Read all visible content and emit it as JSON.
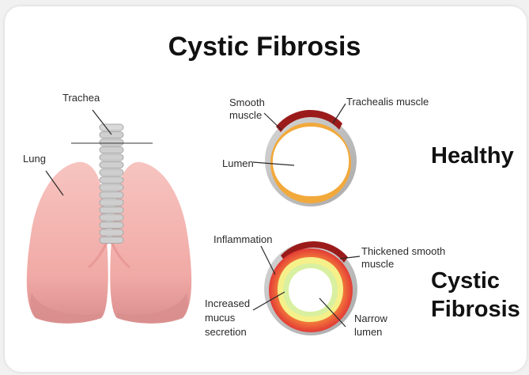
{
  "title": "Cystic Fibrosis",
  "lungs": {
    "trachea_label": "Trachea",
    "lung_label": "Lung"
  },
  "healthy": {
    "heading": "Healthy",
    "smooth_muscle_label": "Smooth\nmuscle",
    "trachealis_label": "Trachealis muscle",
    "lumen_label": "Lumen"
  },
  "cystic": {
    "heading": "Cystic\nFibrosis",
    "inflammation_label": "Inflammation",
    "thickened_label": "Thickened smooth\nmuscle",
    "mucus_label": "Increased\nmucus\nsecretion",
    "narrow_lumen_label": "Narrow\nlumen"
  },
  "colors": {
    "lung_pink": "#f4b8b4",
    "lung_shadow": "#d98e8e",
    "trachea_gray": "#c9c9c9",
    "wall_gray": "#bdbdbd",
    "smooth_muscle_orange": "#f2a93b",
    "trachealis_red": "#9b1b1b",
    "inflammation_red": "#e8453c",
    "mucus_yellow": "#f5f08a"
  }
}
